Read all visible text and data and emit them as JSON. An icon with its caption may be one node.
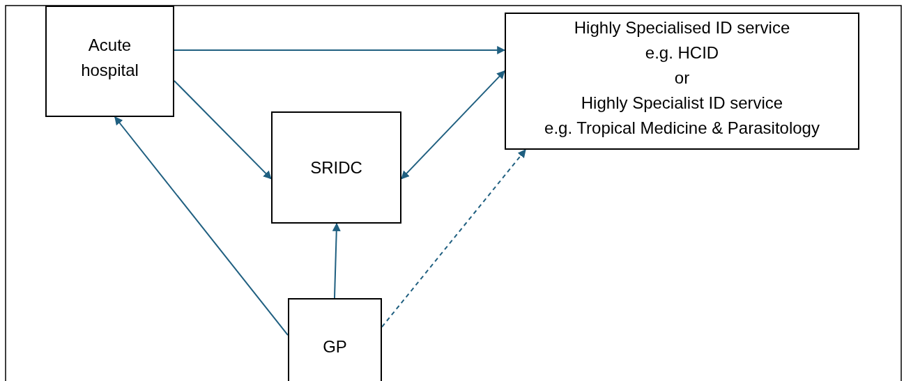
{
  "diagram": {
    "nodes": [
      {
        "text": [
          "Acute hospital"
        ]
      },
      {
        "text": [
          "Highly Specialised ID service",
          "e.g. HCID",
          "or",
          "Highly Specialist ID service",
          "e.g. Tropical Medicine & Parasitology"
        ]
      },
      {
        "text": [
          "SRIDC"
        ]
      },
      {
        "text": [
          "GP"
        ]
      }
    ],
    "edges": [
      {
        "from": 0,
        "to": 1,
        "arrow": "to"
      },
      {
        "from": 0,
        "to": 2,
        "arrow": "to"
      },
      {
        "from": 2,
        "to": 1,
        "arrow": "both"
      },
      {
        "from": 3,
        "to": 0,
        "arrow": "to"
      },
      {
        "from": 3,
        "to": 2,
        "arrow": "to"
      },
      {
        "from": 3,
        "to": 1,
        "arrow": "to",
        "style": "dashed"
      }
    ]
  }
}
